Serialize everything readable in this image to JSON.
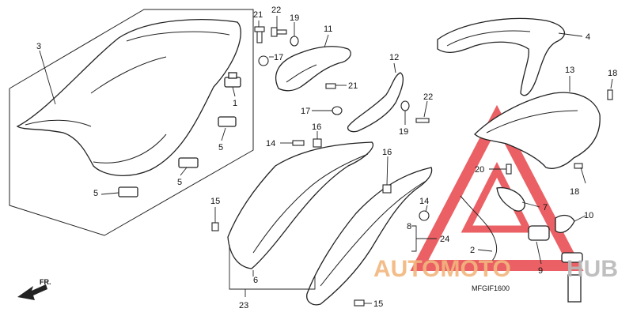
{
  "diagram": {
    "code": "MFGIF1600",
    "direction": "FR.",
    "watermark": {
      "left": "AUTOMOTO",
      "right": "HUB",
      "left_color": "#f2b67e",
      "right_color": "#b9b9b9",
      "triangle_color": "#e8454a"
    },
    "labels": {
      "n1": "1",
      "n2": "2",
      "n3": "3",
      "n4": "4",
      "n5a": "5",
      "n5b": "5",
      "n5c": "5",
      "n6": "6",
      "n7": "7",
      "n8": "8",
      "n9": "9",
      "n10": "10",
      "n11": "11",
      "n12": "12",
      "n13": "13",
      "n14a": "14",
      "n14b": "14",
      "n15a": "15",
      "n15b": "15",
      "n16a": "16",
      "n16b": "16",
      "n17a": "17",
      "n17b": "17",
      "n18a": "18",
      "n18b": "18",
      "n19a": "19",
      "n19b": "19",
      "n20": "20",
      "n21a": "21",
      "n21b": "21",
      "n22a": "22",
      "n22b": "22",
      "n23": "23",
      "n24": "24"
    }
  }
}
